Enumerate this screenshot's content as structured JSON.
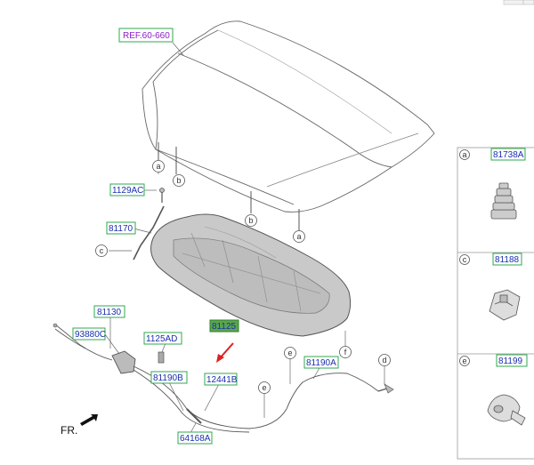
{
  "ref_label": "REF.60-660",
  "labels": {
    "p1129AC": "1129AC",
    "p81170": "81170",
    "p81130": "81130",
    "p93880C": "93880C",
    "p1125AD": "1125AD",
    "p81125": "81125",
    "p81190B": "81190B",
    "p12441B": "12441B",
    "p81190A": "81190A",
    "p64168A": "64168A"
  },
  "callouts": {
    "a": "a",
    "b": "b",
    "c": "c",
    "d": "d",
    "e": "e",
    "f": "f"
  },
  "side_panel": [
    {
      "letter": "a",
      "part": "81738A"
    },
    {
      "letter": "c",
      "part": "81188"
    },
    {
      "letter": "e",
      "part": "81199"
    }
  ],
  "direction_label": "FR.",
  "colors": {
    "label_border": "#2fa84f",
    "label_text": "#1a2fb0",
    "ref_text": "#8a1ec8",
    "highlight_fill": "#5aa64a",
    "arrow": "#e02020",
    "insulator": "#c9c9c9"
  }
}
